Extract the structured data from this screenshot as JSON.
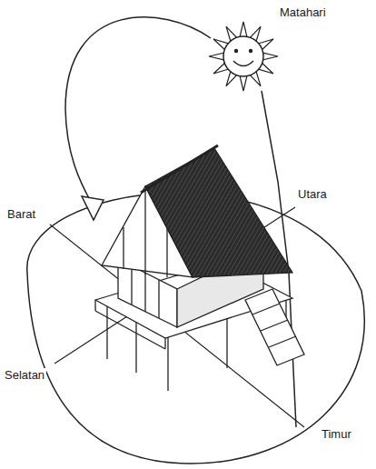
{
  "diagram": {
    "labels": [
      "Matahari",
      "Utara",
      "Barat",
      "Selatan",
      "Timur"
    ]
  }
}
